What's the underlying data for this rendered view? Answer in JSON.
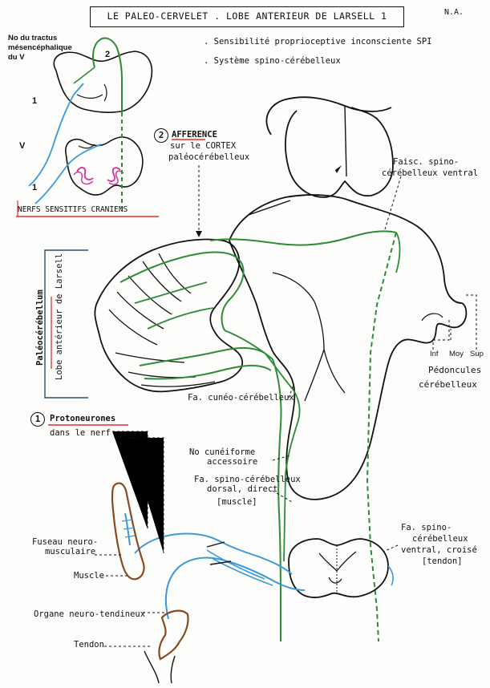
{
  "header": {
    "title": "LE PALEO-CERVELET  .  LOBE ANTERIEUR DE LARSELL   1",
    "author": "N.A."
  },
  "bullets": [
    ". Sensibilité proprioceptive inconsciente SPI",
    ". Système spino-cérébelleux"
  ],
  "labels": {
    "tractus": [
      "No du tractus",
      "mésencéphalique",
      "du V"
    ],
    "num_2_top": "2",
    "nerve_v": "V",
    "nerve_1a": "1",
    "nerve_1b": "1",
    "nerfs_sensitifs": "NERFS SENSITIFS CRANIENS",
    "afference_num": "2",
    "afference": [
      "AFFERENCE",
      "sur le CORTEX",
      "paléocérébelleux"
    ],
    "faisc_ventral": [
      "Faisc. spino-",
      "cérébelleux ventral"
    ],
    "paleocerebellum": "Paléocérébellum",
    "lobe_anterieur": "Lobe antérieur de Larsell",
    "pedoncules_sub": [
      "Inf",
      "Moy",
      "Sup"
    ],
    "pedoncules": [
      "Pédoncules",
      "cérébelleux"
    ],
    "protoneurones_num": "1",
    "protoneurones": [
      "Protoneurones",
      "dans le nerf"
    ],
    "cuneo": "Fa. cunéo-cérébelleux",
    "no_cuneiforme": [
      "No cunéiforme",
      "accessoire"
    ],
    "dorsal": [
      "Fa. spino-cérébelleux",
      "dorsal, direct",
      "[muscle]"
    ],
    "fuseau": [
      "Fuseau neuro-",
      "musculaire"
    ],
    "muscle": "Muscle",
    "organe": "Organe neuro-tendineux",
    "tendon": "Tendon",
    "ventral_croise": [
      "Fa. spino-",
      "cérébelleux",
      "ventral, croisé",
      "[tendon]"
    ]
  },
  "colors": {
    "green_pathway": "#2e8b3a",
    "blue_nerve": "#3a9ad9",
    "brown_muscle": "#8b4a1c",
    "red_underline": "#d83030",
    "magenta_nucleus": "#d0309a"
  }
}
